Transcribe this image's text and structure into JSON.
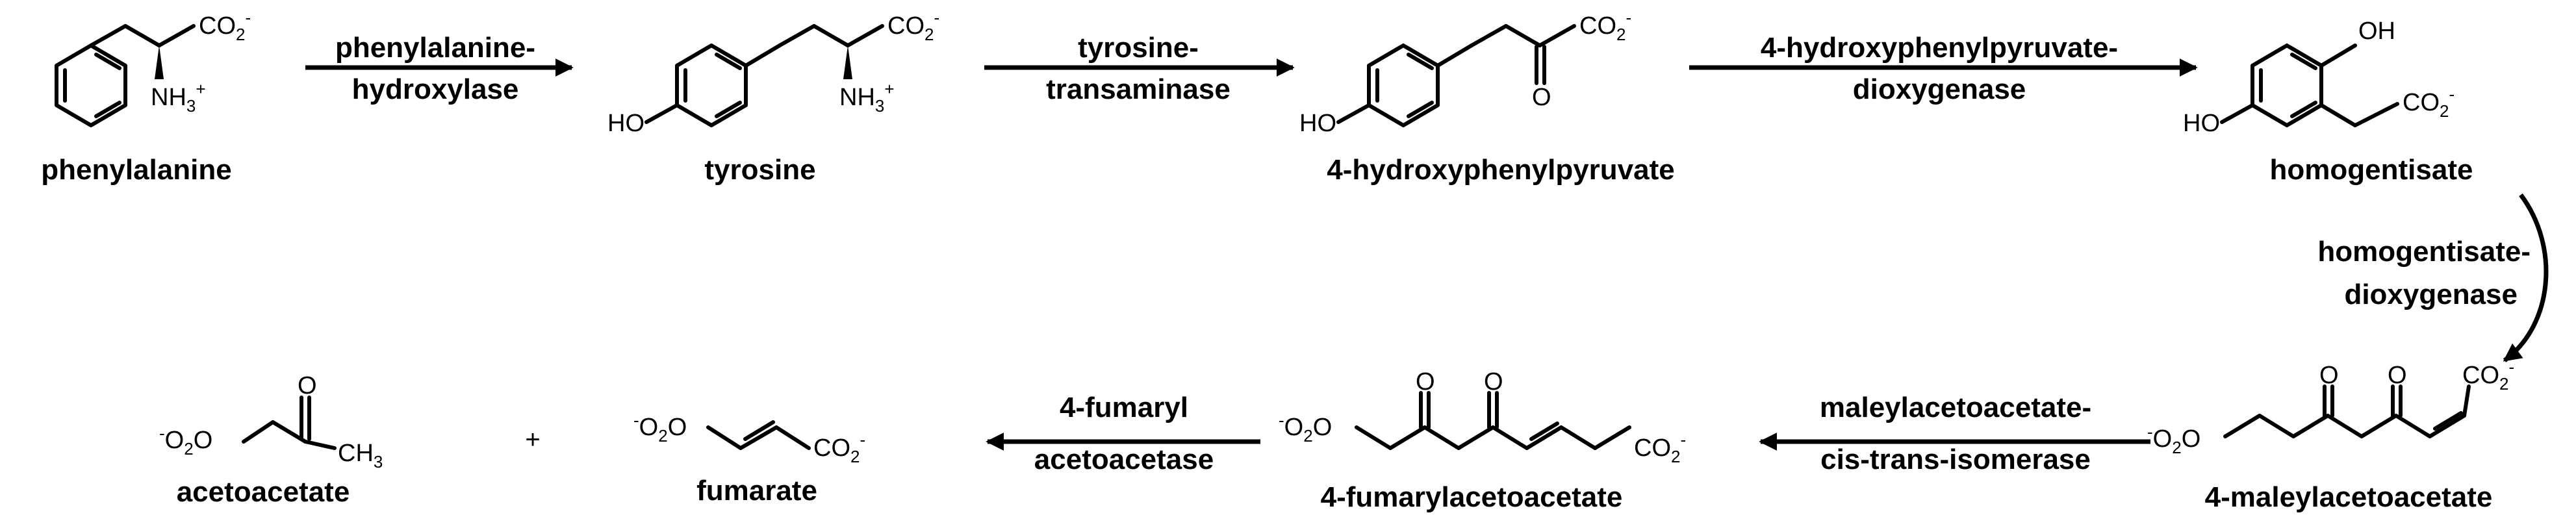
{
  "compounds": {
    "phenylalanine": "phenylalanine",
    "tyrosine": "tyrosine",
    "hydroxyphenylpyruvate": "4-hydroxyphenylpyruvate",
    "homogentisate": "homogentisate",
    "maleylacetoacetate": "4-maleylacetoacetate",
    "fumarylacetoacetate": "4-fumarylacetoacetate",
    "fumarate": "fumarate",
    "acetoacetate": "acetoacetate",
    "plus": "+"
  },
  "enzymes": {
    "e1": [
      "phenylalanine-",
      "hydroxylase"
    ],
    "e2": [
      "tyrosine-",
      "transaminase"
    ],
    "e3": [
      "4-hydroxyphenylpyruvate-",
      "dioxygenase"
    ],
    "e4": [
      "homogentisate-",
      "dioxygenase"
    ],
    "e5": [
      "maleylacetoacetate-",
      "cis-trans-isomerase"
    ],
    "e6": [
      "4-fumaryl",
      "acetoacetase"
    ]
  },
  "atoms": {
    "co2": "CO",
    "o2": "O",
    "two": "2",
    "minus": "-",
    "nh3": "NH",
    "three": "3",
    "plus": "+",
    "ho": "HO",
    "oh": "OH",
    "o": "O",
    "ch3": "CH",
    "ch3_sub": "3"
  }
}
